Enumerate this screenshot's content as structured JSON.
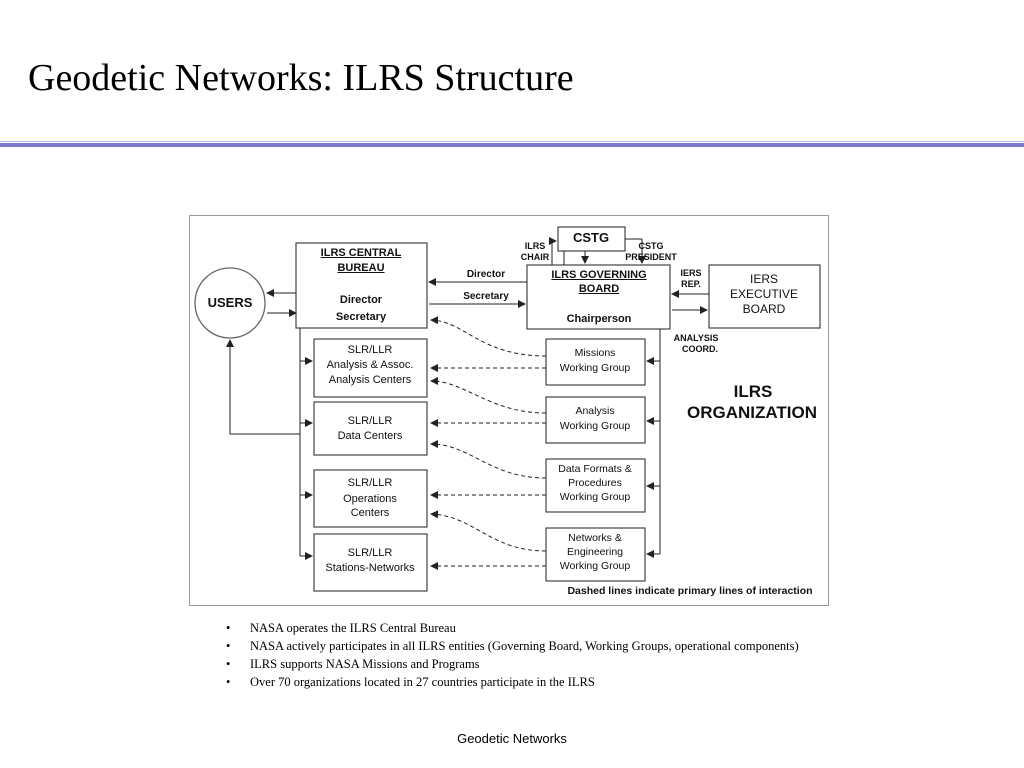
{
  "slide": {
    "title": "Geodetic Networks: ILRS Structure",
    "footer": "Geodetic Networks",
    "rule_color": "#7b7bcc"
  },
  "diagram": {
    "users": "USERS",
    "central_bureau": {
      "title_line1": "ILRS  CENTRAL",
      "title_line2": "BUREAU",
      "line3": "Director",
      "line4": "Secretary"
    },
    "cstg": "CSTG",
    "ilrs_chair": {
      "line1": "ILRS",
      "line2": "CHAIR"
    },
    "cstg_president": {
      "line1": "CSTG",
      "line2": "PRESIDENT"
    },
    "governing_board": {
      "title_line1": "ILRS   GOVERNING",
      "title_line2": "BOARD",
      "line3": "Chairperson"
    },
    "iers_rep": {
      "line1": "IERS",
      "line2": "REP."
    },
    "iers_board": {
      "line1": "IERS",
      "line2": "EXECUTIVE",
      "line3": "BOARD"
    },
    "analysis_coord": {
      "line1": "ANALYSIS",
      "line2": "COORD."
    },
    "director_label": "Director",
    "secretary_label": "Secretary",
    "analysis_centers": {
      "line1": "SLR/LLR",
      "line2": "Analysis & Assoc.",
      "line3": "Analysis     Centers"
    },
    "data_centers": {
      "line1": "SLR/LLR",
      "line2": "Data    Centers"
    },
    "operations_centers": {
      "line1": "SLR/LLR",
      "line2": "Operations",
      "line3": "Centers"
    },
    "stations_networks": {
      "line1": "SLR/LLR",
      "line2": "Stations-Networks"
    },
    "missions_wg": {
      "line1": "Missions",
      "line2": "Working  Group"
    },
    "analysis_wg": {
      "line1": "Analysis",
      "line2": "Working  Group"
    },
    "data_formats_wg": {
      "line1": "Data Formats &",
      "line2": "Procedures",
      "line3": "Working  Group"
    },
    "networks_wg": {
      "line1": "Networks   &",
      "line2": "Engineering",
      "line3": "Working  Group"
    },
    "organization": {
      "line1": "ILRS",
      "line2": "ORGANIZATION"
    },
    "note": "Dashed lines indicate primary lines of interaction"
  },
  "bullets": [
    "NASA operates the ILRS Central Bureau",
    "NASA actively participates in all ILRS entities (Governing Board, Working Groups, operational components)",
    "ILRS supports NASA Missions and Programs",
    "Over 70 organizations located in 27 countries participate in the ILRS"
  ]
}
